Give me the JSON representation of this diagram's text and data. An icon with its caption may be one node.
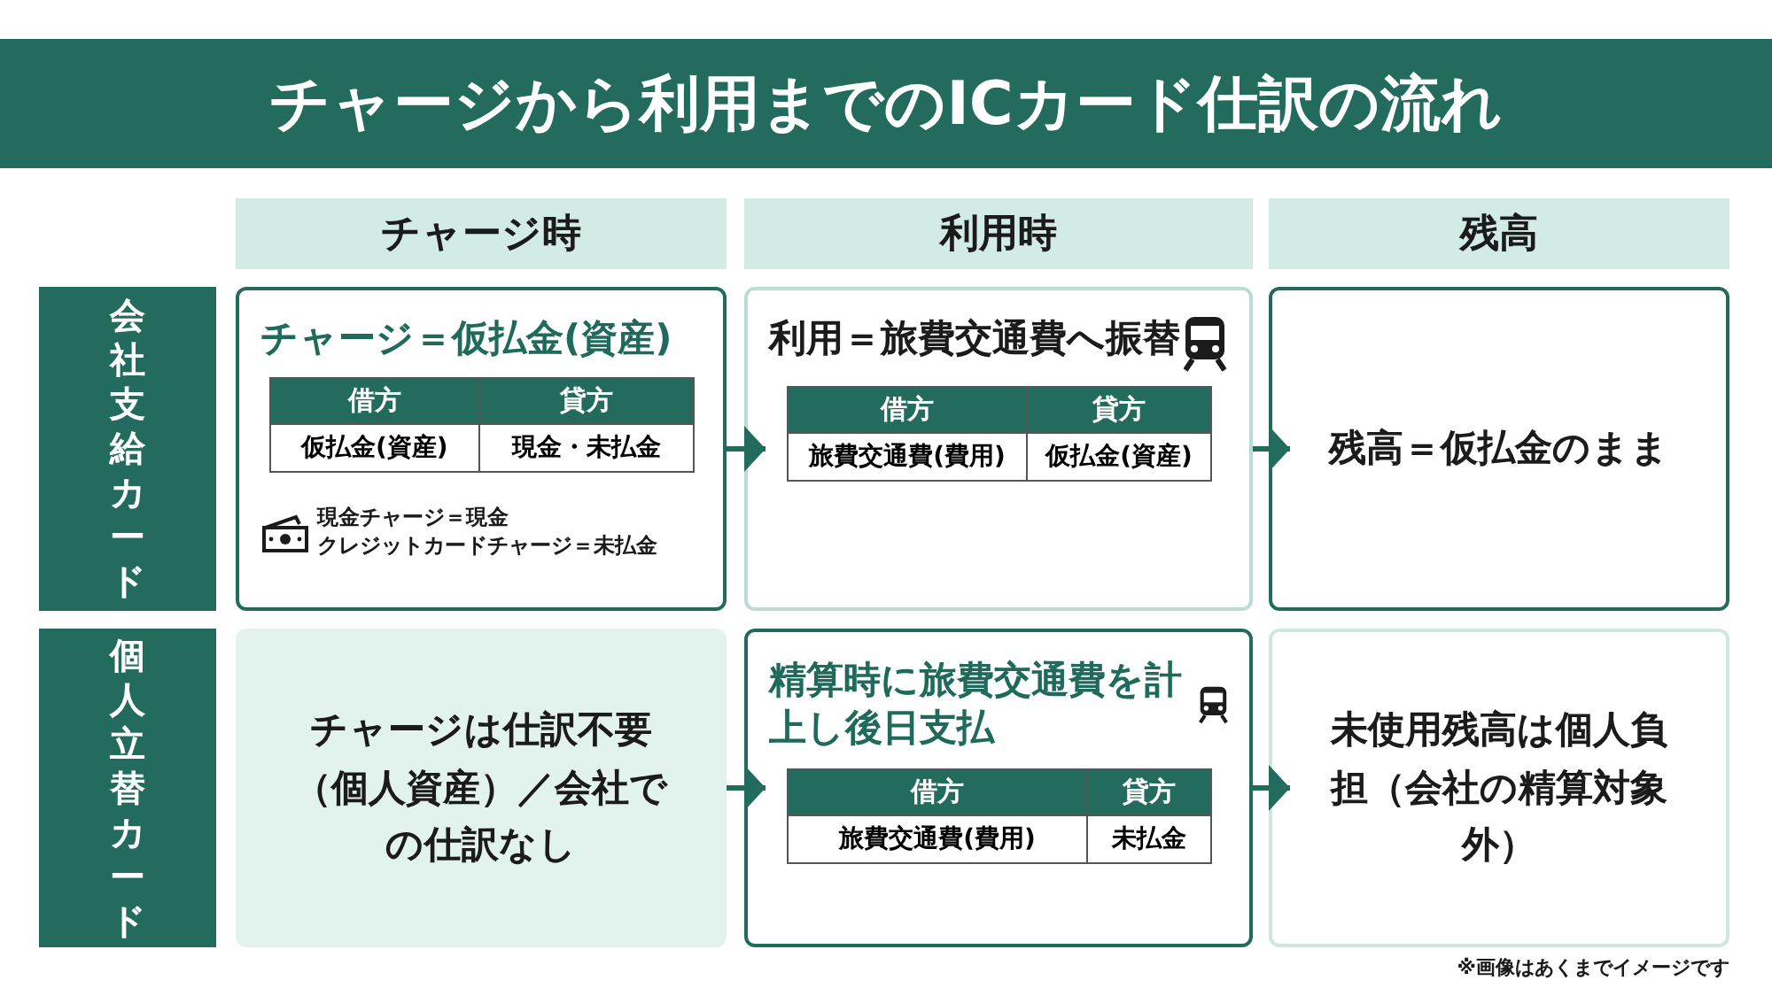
{
  "diagram": {
    "title": "チャージから利用までのICカード仕訳の流れ",
    "caption": "※画像はあくまでイメージです",
    "nodes": [
      {
        "text": [
          "チャージ時"
        ]
      },
      {
        "text": [
          "利用時"
        ]
      },
      {
        "text": [
          "残高"
        ]
      },
      {
        "text": [
          "会社支給カード"
        ]
      },
      {
        "text": [
          "個人立替カード"
        ]
      },
      {
        "text": [
          "チャージ＝仮払金(資産)",
          "借方",
          "貸方",
          "仮払金(資産)",
          "現金・未払金",
          "現金チャージ＝現金",
          "クレジットカードチャージ＝未払金"
        ]
      },
      {
        "text": [
          "利用＝旅費交通費へ振替",
          "借方",
          "貸方",
          "旅費交通費(費用)",
          "仮払金(資産)"
        ]
      },
      {
        "text": [
          "残高＝仮払金のまま"
        ]
      },
      {
        "text": [
          "チャージは仕訳不要（個人資産）／会社での仕訳なし"
        ]
      },
      {
        "text": [
          "精算時に旅費交通費を計上し後日支払",
          "借方",
          "貸方",
          "旅費交通費(費用)",
          "未払金"
        ]
      },
      {
        "text": [
          "未使用残高は個人負担（会社の精算対象外）"
        ]
      }
    ],
    "edges": [
      {
        "from": 5,
        "to": 6,
        "arrow": "to"
      },
      {
        "from": 6,
        "to": 7,
        "arrow": "to"
      },
      {
        "from": 8,
        "to": 9,
        "arrow": "to"
      },
      {
        "from": 9,
        "to": 10,
        "arrow": "to"
      }
    ]
  }
}
